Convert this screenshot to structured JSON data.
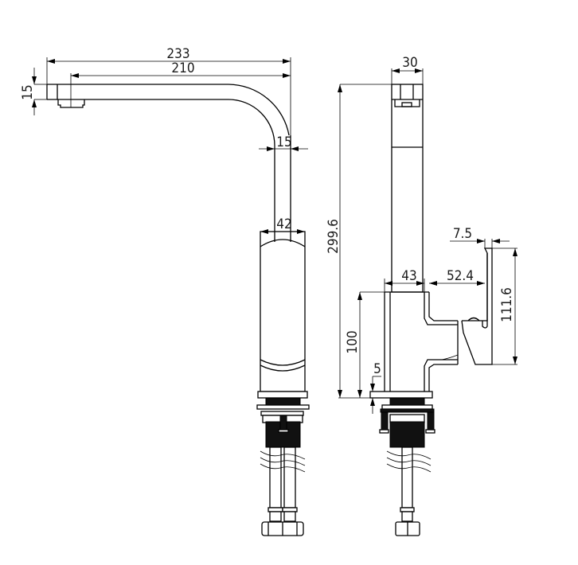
{
  "drawing": {
    "front_view": {
      "dim_spout_length": "233",
      "dim_spout_reach": "210",
      "dim_spout_height": "15",
      "dim_neck_width": "15",
      "dim_body_width": "42"
    },
    "side_view": {
      "dim_head_width": "30",
      "dim_total_height": "299.6",
      "dim_lever_thickness": "7.5",
      "dim_body_depth": "43",
      "dim_lever_offset": "52.4",
      "dim_lever_height": "111.6",
      "dim_body_height": "100",
      "dim_base_thickness": "5"
    }
  }
}
